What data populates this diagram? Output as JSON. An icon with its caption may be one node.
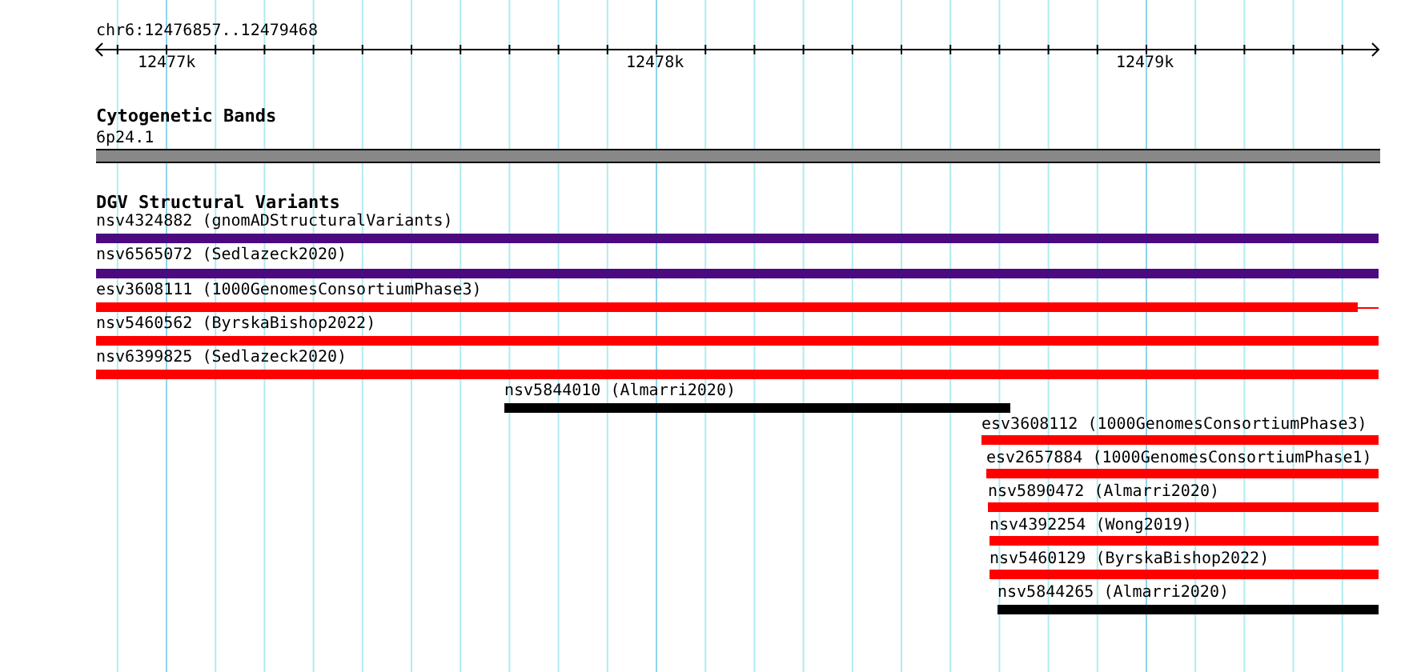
{
  "diagram": {
    "nodes": [
      {
        "text": [
          "6p24.1"
        ]
      },
      {
        "text": [
          "nsv4324882 (gnomADStructuralVariants)"
        ]
      },
      {
        "text": [
          "nsv6565072 (Sedlazeck2020)"
        ]
      },
      {
        "text": [
          "esv3608111 (1000GenomesConsortiumPhase3)"
        ]
      },
      {
        "text": [
          "nsv5460562 (ByrskaBishop2022)"
        ]
      },
      {
        "text": [
          "nsv6399825 (Sedlazeck2020)"
        ]
      },
      {
        "text": [
          "nsv5844010 (Almarri2020)"
        ]
      },
      {
        "text": [
          "esv3608112 (1000GenomesConsortiumPhase3)"
        ]
      },
      {
        "text": [
          "esv2657884 (1000GenomesConsortiumPhase1)"
        ]
      },
      {
        "text": [
          "nsv5890472 (Almarri2020)"
        ]
      },
      {
        "text": [
          "nsv4392254 (Wong2019)"
        ]
      },
      {
        "text": [
          "nsv5460129 (ByrskaBishop2022)"
        ]
      },
      {
        "text": [
          "nsv5844265 (Almarri2020)"
        ]
      }
    ],
    "labels": [
      "chr6:12476857..12479468",
      "12477k",
      "12478k",
      "12479k",
      "Cytogenetic Bands",
      "DGV Structural Variants"
    ]
  }
}
